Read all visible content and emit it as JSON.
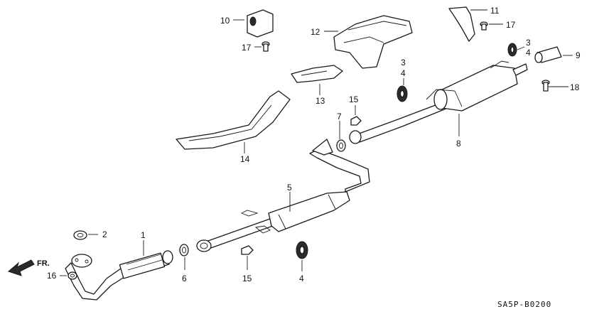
{
  "diagram": {
    "drawing_code": "SA5P-B0200",
    "direction_label": "FR.",
    "callouts": {
      "c1": "1",
      "c2": "2",
      "c3a": "3",
      "c3b": "3",
      "c4a": "4",
      "c4b": "4",
      "c4c": "4",
      "c5": "5",
      "c6": "6",
      "c7": "7",
      "c8": "8",
      "c9": "9",
      "c10": "10",
      "c11": "11",
      "c12": "12",
      "c13": "13",
      "c14": "14",
      "c15a": "15",
      "c15b": "15",
      "c16": "16",
      "c17a": "17",
      "c17b": "17",
      "c18": "18"
    }
  }
}
